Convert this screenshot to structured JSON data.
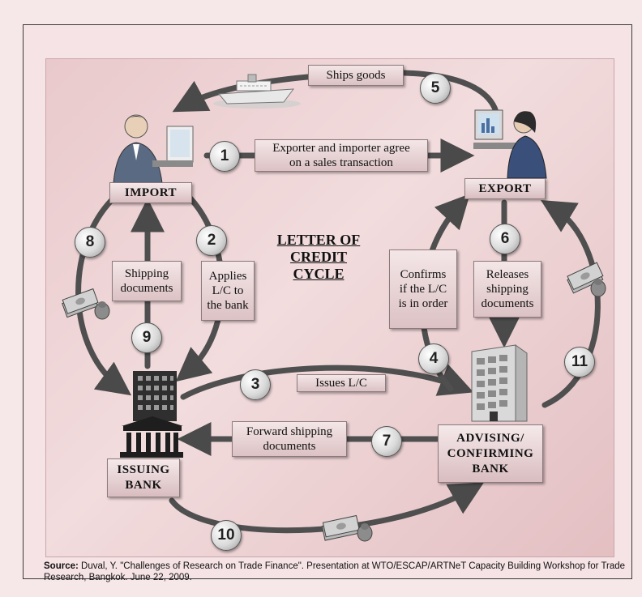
{
  "diagram": {
    "title": "LETTER OF\nCREDIT\nCYCLE",
    "nodes": {
      "import": "IMPORT",
      "export": "EXPORT",
      "issuing_bank": "ISSUING\nBANK",
      "advising_bank": "ADVISING/\nCONFIRMING\nBANK"
    },
    "steps": [
      {
        "number": "1",
        "label": "Exporter and importer agree\non a sales transaction"
      },
      {
        "number": "2",
        "label": "Applies\nL/C to\nthe bank"
      },
      {
        "number": "3",
        "label": "Issues L/C"
      },
      {
        "number": "4",
        "label": "Confirms\nif the L/C\nis in order"
      },
      {
        "number": "5",
        "label": "Ships goods"
      },
      {
        "number": "6",
        "label": "Releases\nshipping\ndocuments"
      },
      {
        "number": "7",
        "label": "Forward shipping\ndocuments"
      },
      {
        "number": "8",
        "label": ""
      },
      {
        "number": "9",
        "label": "Shipping\ndocuments"
      },
      {
        "number": "10",
        "label": ""
      },
      {
        "number": "11",
        "label": ""
      }
    ],
    "colors": {
      "arrow": "#4f4f4f",
      "background": "#e9c9cc",
      "box": "#e8d3d5"
    },
    "icons": [
      "ship-icon",
      "importer-person-icon",
      "exporter-person-icon",
      "issuing-bank-building-icon",
      "advising-bank-building-icon",
      "money-icon"
    ]
  },
  "source": {
    "label": "Source:",
    "text": "Duval, Y. \"Challenges of Research on Trade Finance\". Presentation at WTO/ESCAP/ARTNeT Capacity Building Workshop for Trade Research, Bangkok. June 22, 2009."
  }
}
